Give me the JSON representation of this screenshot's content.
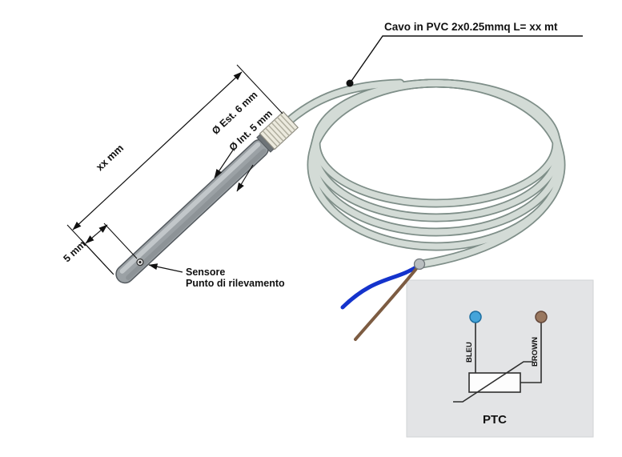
{
  "labels": {
    "cable": "Cavo in PVC 2x0.25mmq  L= xx mt",
    "probe_length": "xx mm",
    "outer_diameter": "Ø Est. 6 mm",
    "inner_diameter": "Ø Int. 5 mm",
    "tip_distance": "5 mm",
    "sensor_line1": "Sensore",
    "sensor_line2": "Punto di rilevamento"
  },
  "schematic": {
    "left_terminal": "BLEU",
    "right_terminal": "BROWN",
    "component": "PTC"
  },
  "colors": {
    "cable_fill": "#d3dbd6",
    "cable_outline": "#7e8e88",
    "probe_body": "#9ba1a5",
    "probe_outline": "#545a5f",
    "panel_fill": "#e3e4e6",
    "wire_blue": "#1433cc",
    "wire_brown": "#7d5c42",
    "terminal_blue": "#44a4da",
    "terminal_brown": "#9a7860"
  }
}
